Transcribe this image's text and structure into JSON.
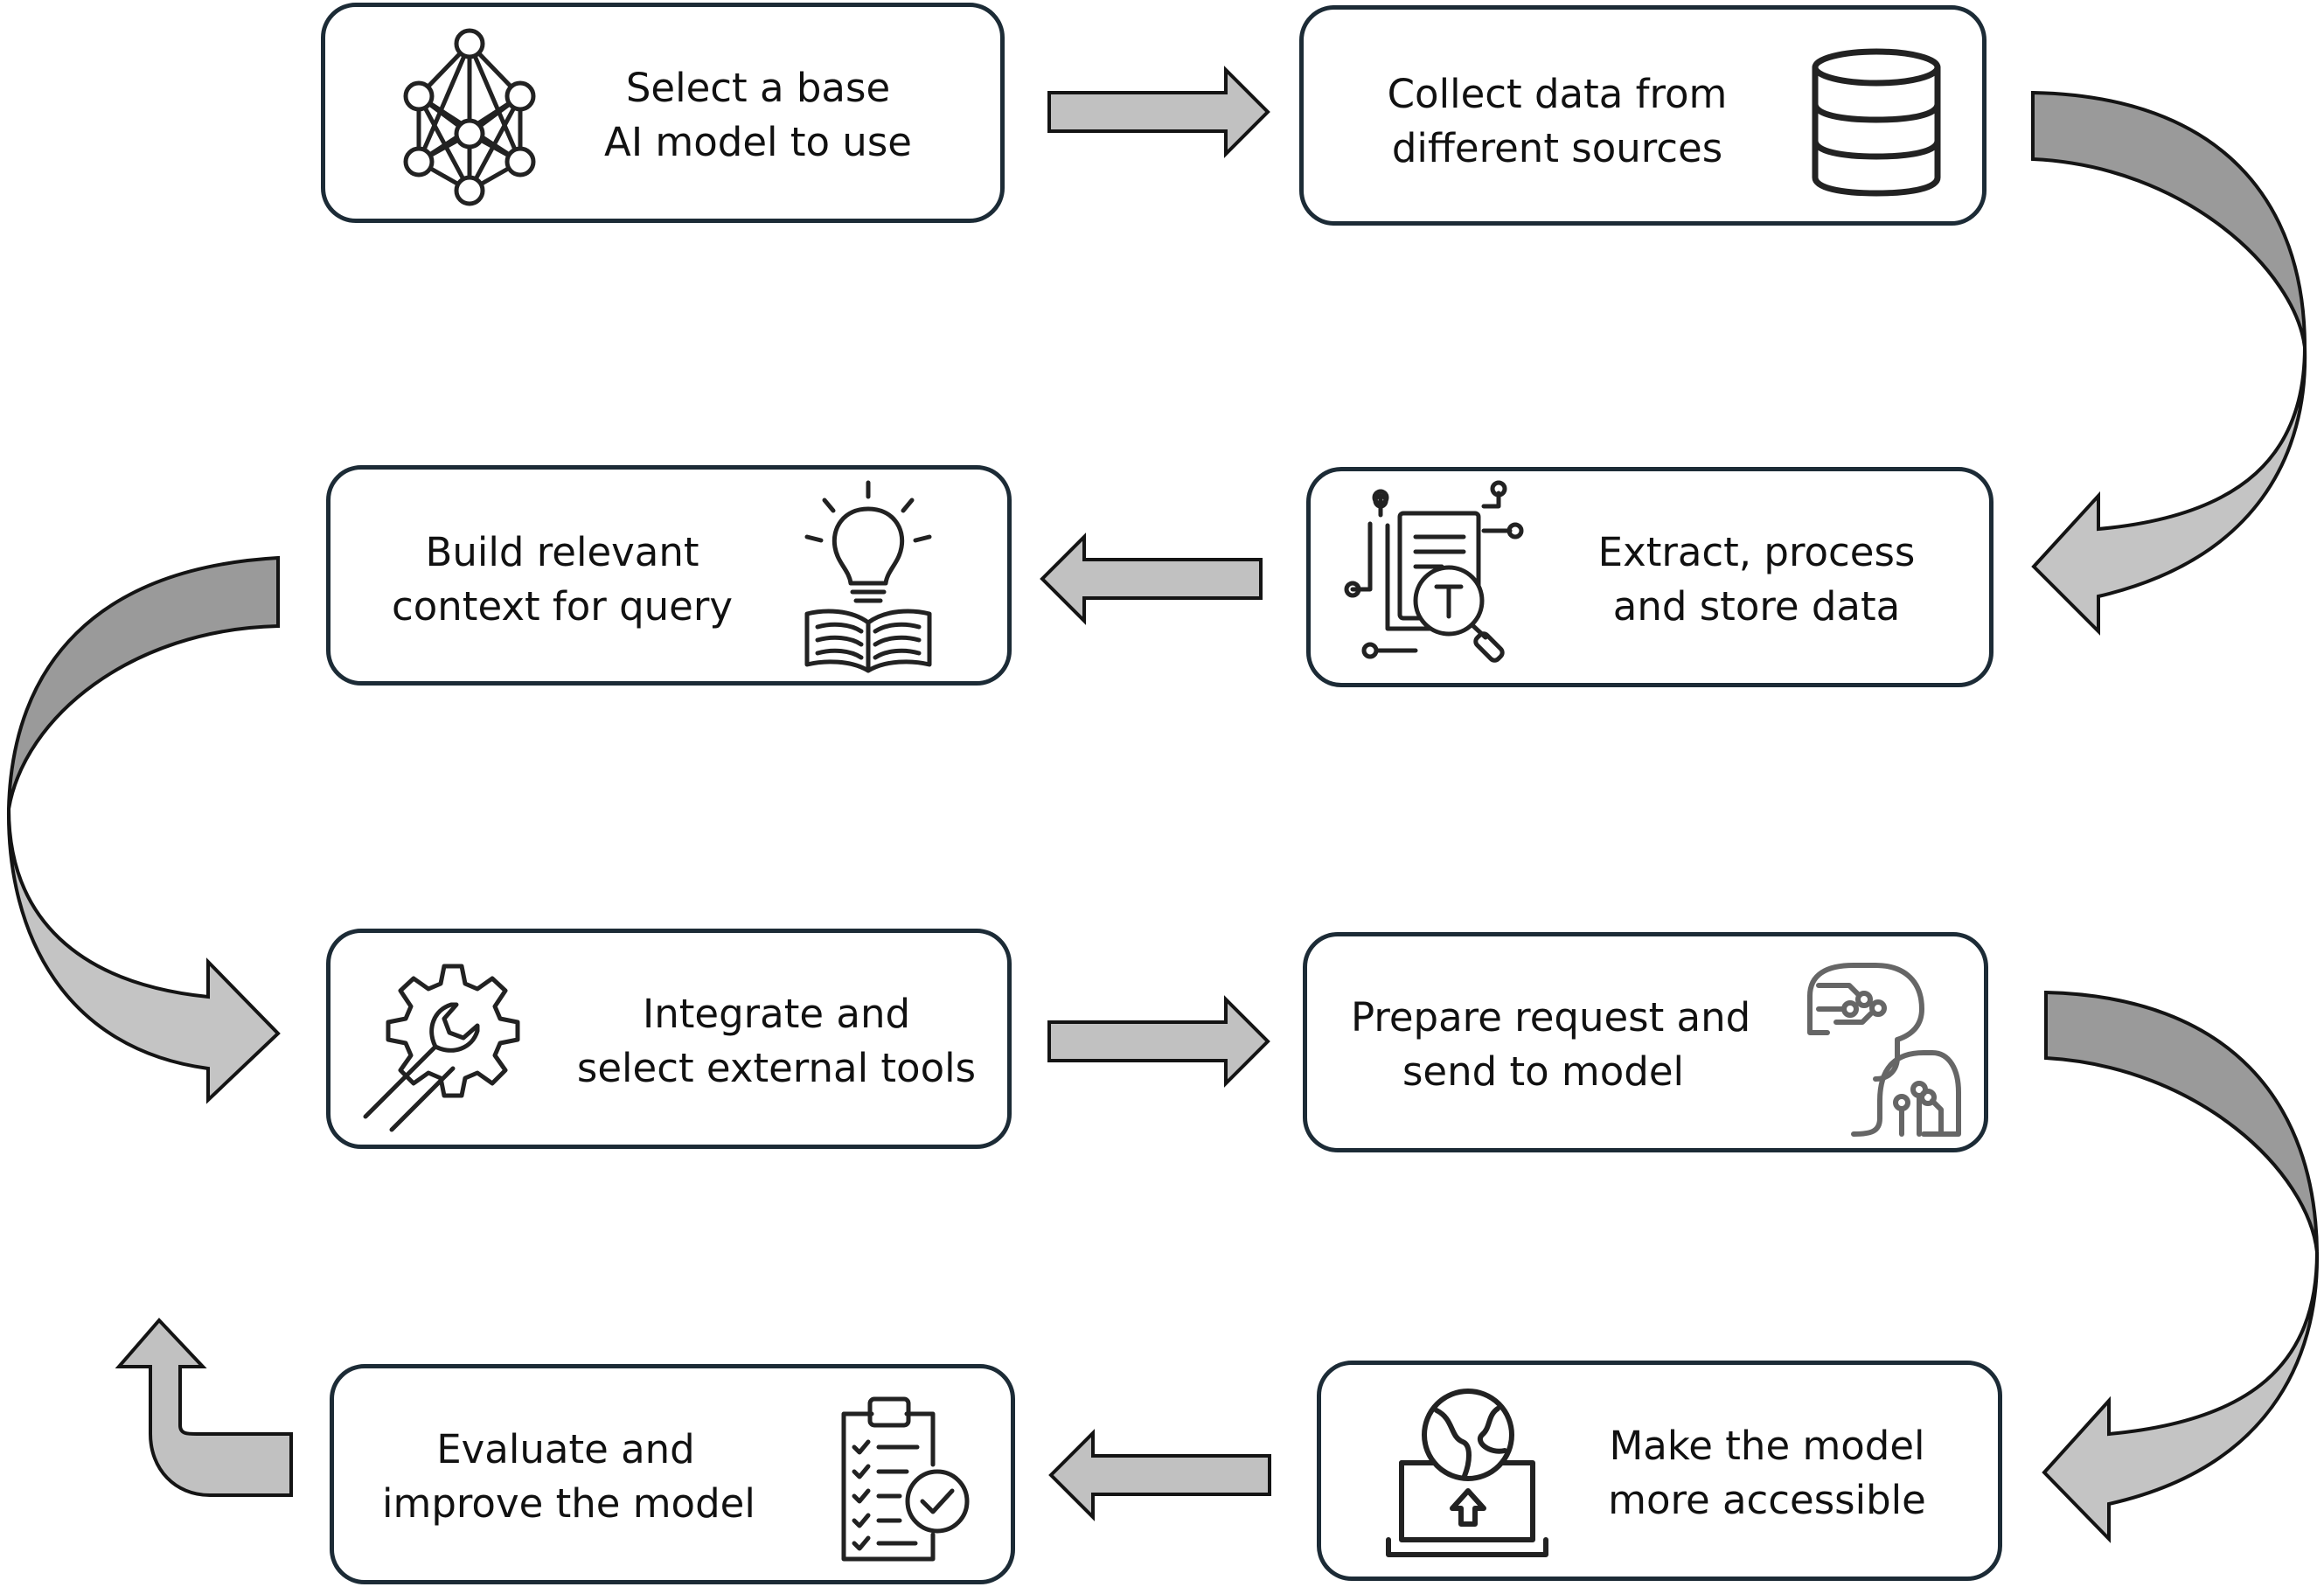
{
  "colors": {
    "box_border": "#1c2b36",
    "arrow_fill": "#c1c1c1",
    "arrow_dark": "#9a9a9a",
    "arrow_stroke": "#141414"
  },
  "steps": [
    {
      "line1": "Select a base",
      "line2": "AI model to use",
      "icon": "neural-network-icon"
    },
    {
      "line1": "Collect data from",
      "line2": "different sources",
      "icon": "database-icon"
    },
    {
      "line1": "Extract, process",
      "line2": "and store data",
      "icon": "document-search-icon"
    },
    {
      "line1": "Build relevant",
      "line2": "context for query",
      "icon": "lightbulb-book-icon"
    },
    {
      "line1": "Integrate and",
      "line2": "select external tools",
      "icon": "gear-wrench-icon"
    },
    {
      "line1": "Prepare request and",
      "line2": "send to model",
      "icon": "circuit-heads-icon"
    },
    {
      "line1": "Make the model",
      "line2": "more accessible",
      "icon": "laptop-globe-upload-icon"
    },
    {
      "line1": "Evaluate and",
      "line2": "improve the model",
      "icon": "clipboard-check-icon"
    }
  ]
}
